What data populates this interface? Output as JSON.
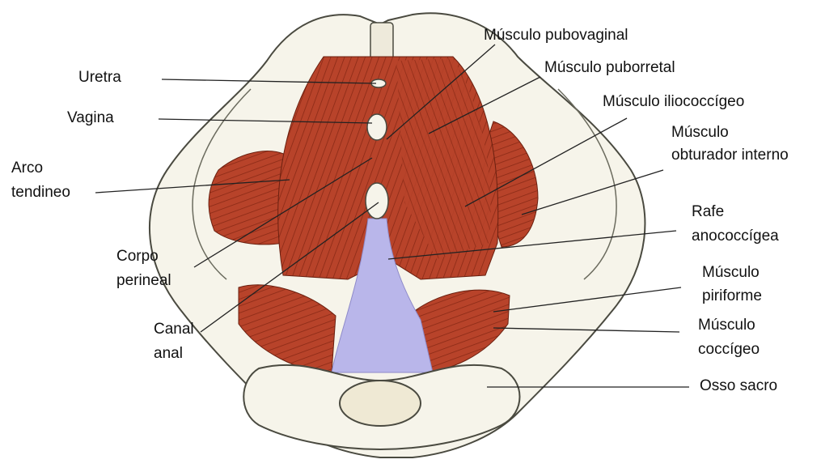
{
  "labels": {
    "uretra": "Uretra",
    "vagina": "Vagina",
    "arco_l1": "Arco",
    "arco_l2": "tendineo",
    "corpo_l1": "Corpo",
    "corpo_l2": "perineal",
    "canal_l1": "Canal",
    "canal_l2": "anal",
    "pubovaginal": "Músculo pubovaginal",
    "puborretal": "Músculo puborretal",
    "iliococcigeo": "Músculo iliococcígeo",
    "obturador_l1": "Músculo",
    "obturador_l2": "obturador interno",
    "rafe_l1": "Rafe",
    "rafe_l2": "anococcígea",
    "piriforme_l1": "Músculo",
    "piriforme_l2": "piriforme",
    "coccigeo_l1": "Músculo",
    "coccigeo_l2": "coccígeo",
    "osso_sacro": "Osso sacro"
  },
  "colors": {
    "muscle": "#b8432a",
    "muscle_dark": "#8a2a16",
    "bone": "#f6f4ea",
    "bone_outline": "#4a4a40",
    "rafe": "#b9b6ea",
    "leader_line": "#222222"
  }
}
